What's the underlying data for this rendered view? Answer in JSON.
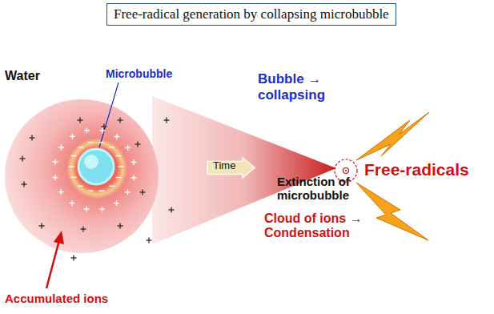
{
  "diagram": {
    "title": "Free-radical generation by collapsing microbubble",
    "nodes": [
      {
        "text": [
          "Time"
        ]
      }
    ],
    "edges": [],
    "labels": [
      "Microbubble",
      "Water",
      "Bubble → collapsing",
      "Extinction of microbubble",
      "Free-radicals",
      "Cloud of ions → Condensation",
      "Accumulated ions"
    ]
  }
}
